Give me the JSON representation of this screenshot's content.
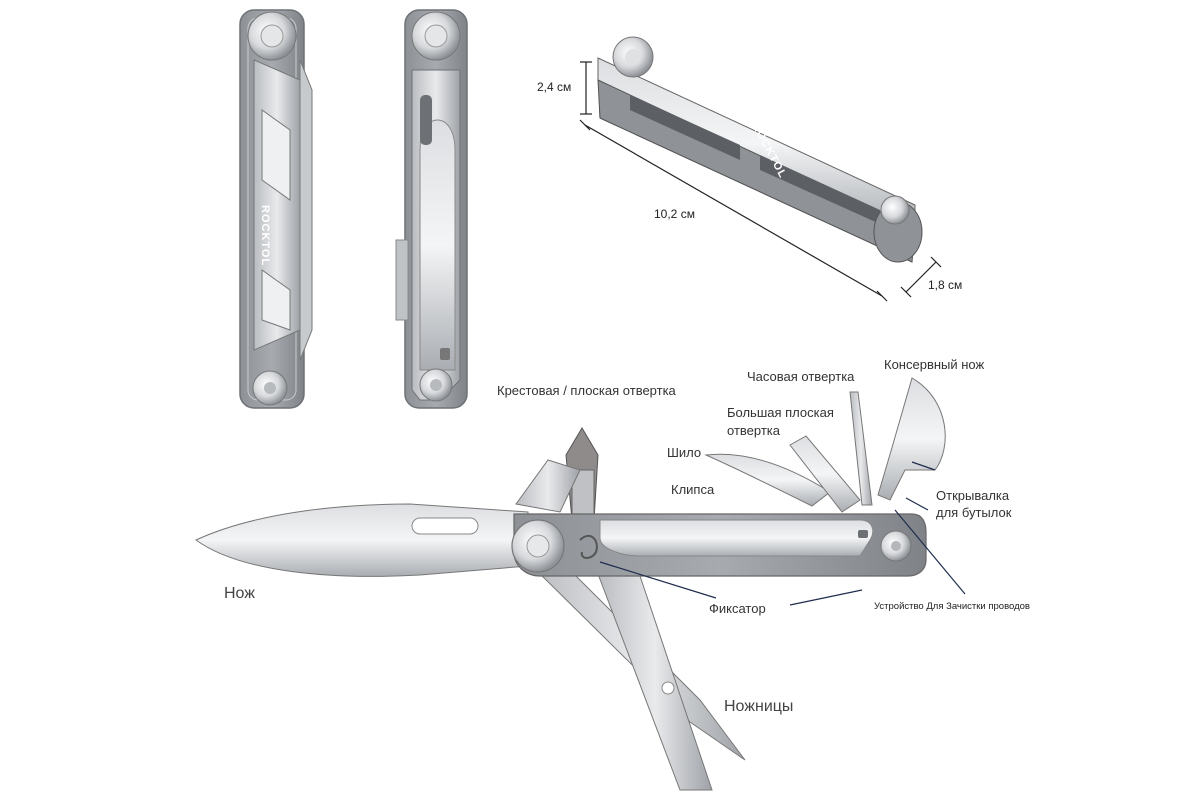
{
  "brand": "ROCKTOL",
  "dimensions": {
    "height": "2,4 см",
    "length": "10,2 см",
    "width": "1,8 см"
  },
  "labels": {
    "phillips_flat": "Крестовая / плоская отвертка",
    "watch_driver": "Часовая отвертка",
    "can_opener": "Консервный нож",
    "big_flat_1": "Большая плоская",
    "big_flat_2": "отвертка",
    "awl": "Шило",
    "clip": "Клипса",
    "bottle_1": "Открывалка",
    "bottle_2": "для бутылок",
    "knife": "Нож",
    "lock": "Фиксатор",
    "wire_stripper": "Устройство Для Зачистки проводов",
    "scissors": "Ножницы"
  }
}
